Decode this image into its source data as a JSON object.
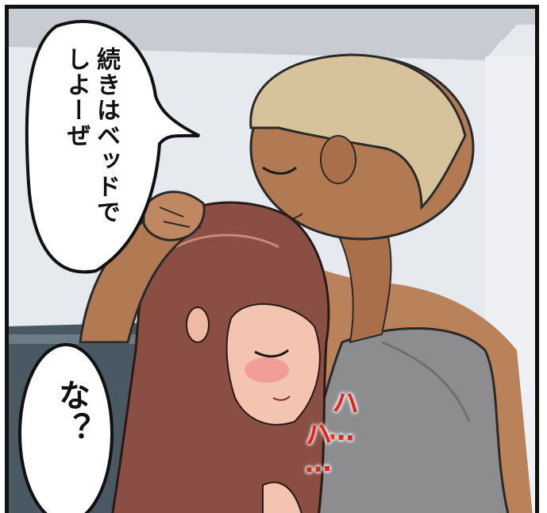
{
  "panel": {
    "bubbles": [
      {
        "text": "続きはベッドで\nしよーぜ"
      },
      {
        "text": "な？"
      }
    ],
    "sound_effects": [
      {
        "text": "ハ…"
      },
      {
        "text": "ハ…"
      }
    ]
  },
  "colors": {
    "border": "#111111",
    "wall": "#e7eaee",
    "sfx": "#e0241b"
  }
}
